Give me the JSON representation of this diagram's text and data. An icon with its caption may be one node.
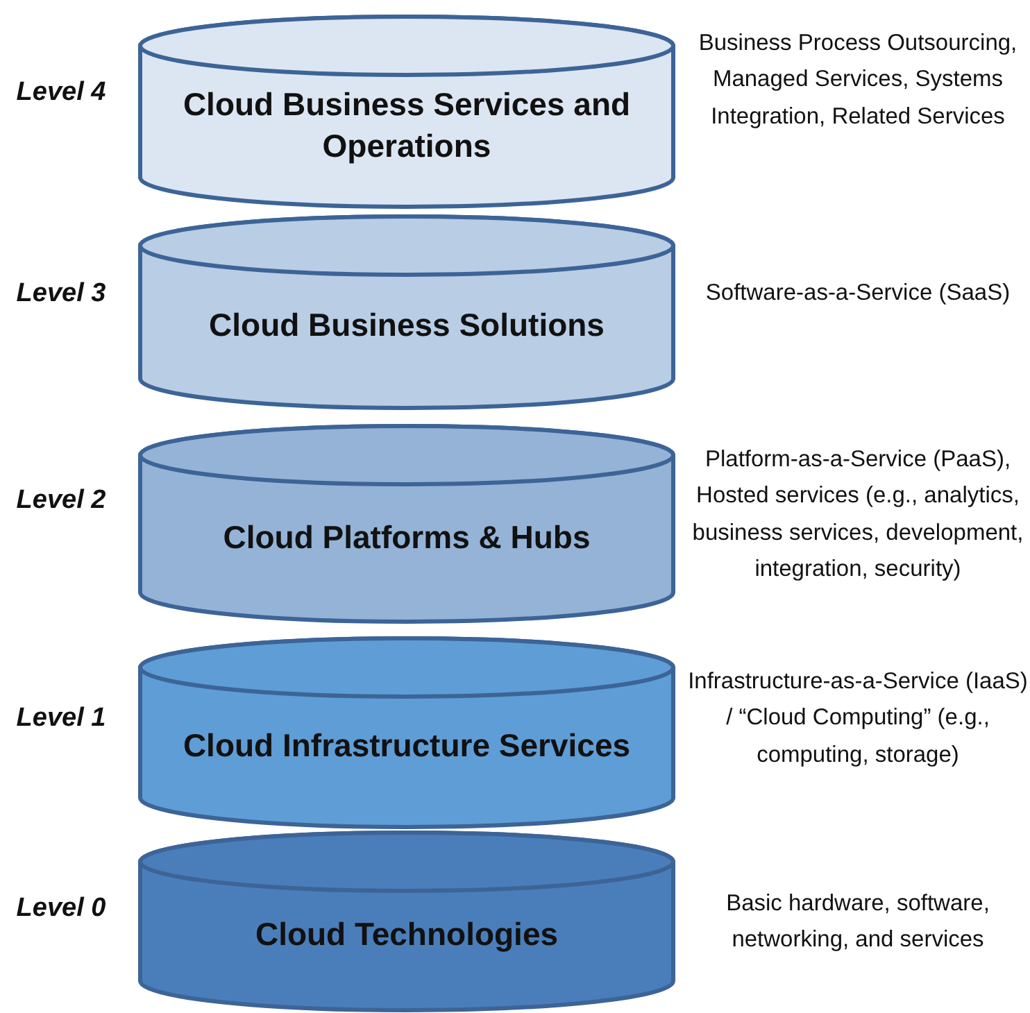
{
  "diagram": {
    "nodes": [
      {
        "text": [
          "Cloud Business Services and Operations"
        ],
        "beside": [
          "Level 4",
          "Business Process Outsourcing, Managed Services, Systems Integration, Related Services"
        ]
      },
      {
        "text": [
          "Cloud Business Solutions"
        ],
        "beside": [
          "Level 3",
          "Software-as-a-Service (SaaS)"
        ]
      },
      {
        "text": [
          "Cloud Platforms & Hubs"
        ],
        "beside": [
          "Level 2",
          "Platform-as-a-Service (PaaS), Hosted services (e.g., analytics, business services, development, integration, security)"
        ]
      },
      {
        "text": [
          "Cloud Infrastructure Services"
        ],
        "beside": [
          "Level 1",
          "Infrastructure-as-a-Service (IaaS) / “Cloud Computing” (e.g., computing, storage)"
        ]
      },
      {
        "text": [
          "Cloud Technologies"
        ],
        "beside": [
          "Level 0",
          "Basic hardware, software, networking, and services"
        ]
      }
    ]
  }
}
